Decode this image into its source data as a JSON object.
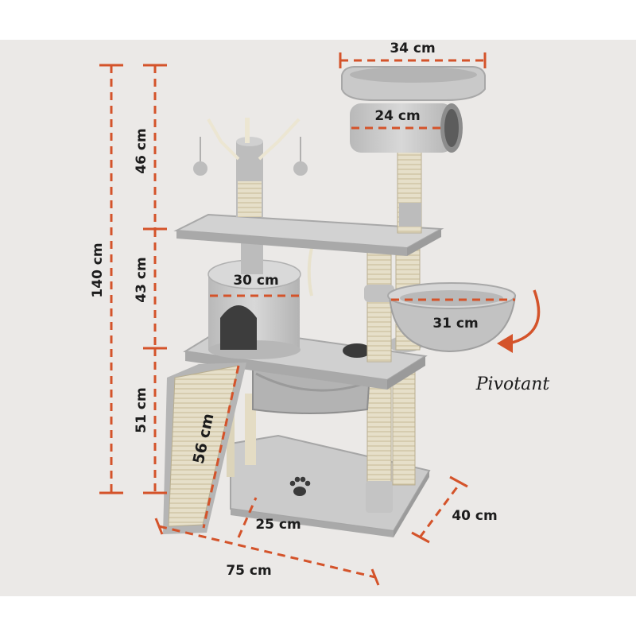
{
  "colors": {
    "accent": "#d4532a",
    "plush": "#cfcfcf",
    "plush_shadow": "#a9a9a9",
    "sisal": "#e4dcc4",
    "background": "#ebe9e7"
  },
  "dimensions": {
    "total_height": "140 cm",
    "upper_section": "46 cm",
    "middle_section": "43 cm",
    "lower_section": "51 cm",
    "top_width": "34 cm",
    "tunnel_width": "24 cm",
    "condo_width": "30 cm",
    "basket_width": "31 cm",
    "ramp_length": "56 cm",
    "ramp_width": "25 cm",
    "base_depth": "40 cm",
    "base_length": "75 cm"
  },
  "labels": {
    "pivot": "Pivotant"
  },
  "icons": {
    "paw": "paw-print-icon",
    "rotation": "curved-arrow-icon"
  }
}
